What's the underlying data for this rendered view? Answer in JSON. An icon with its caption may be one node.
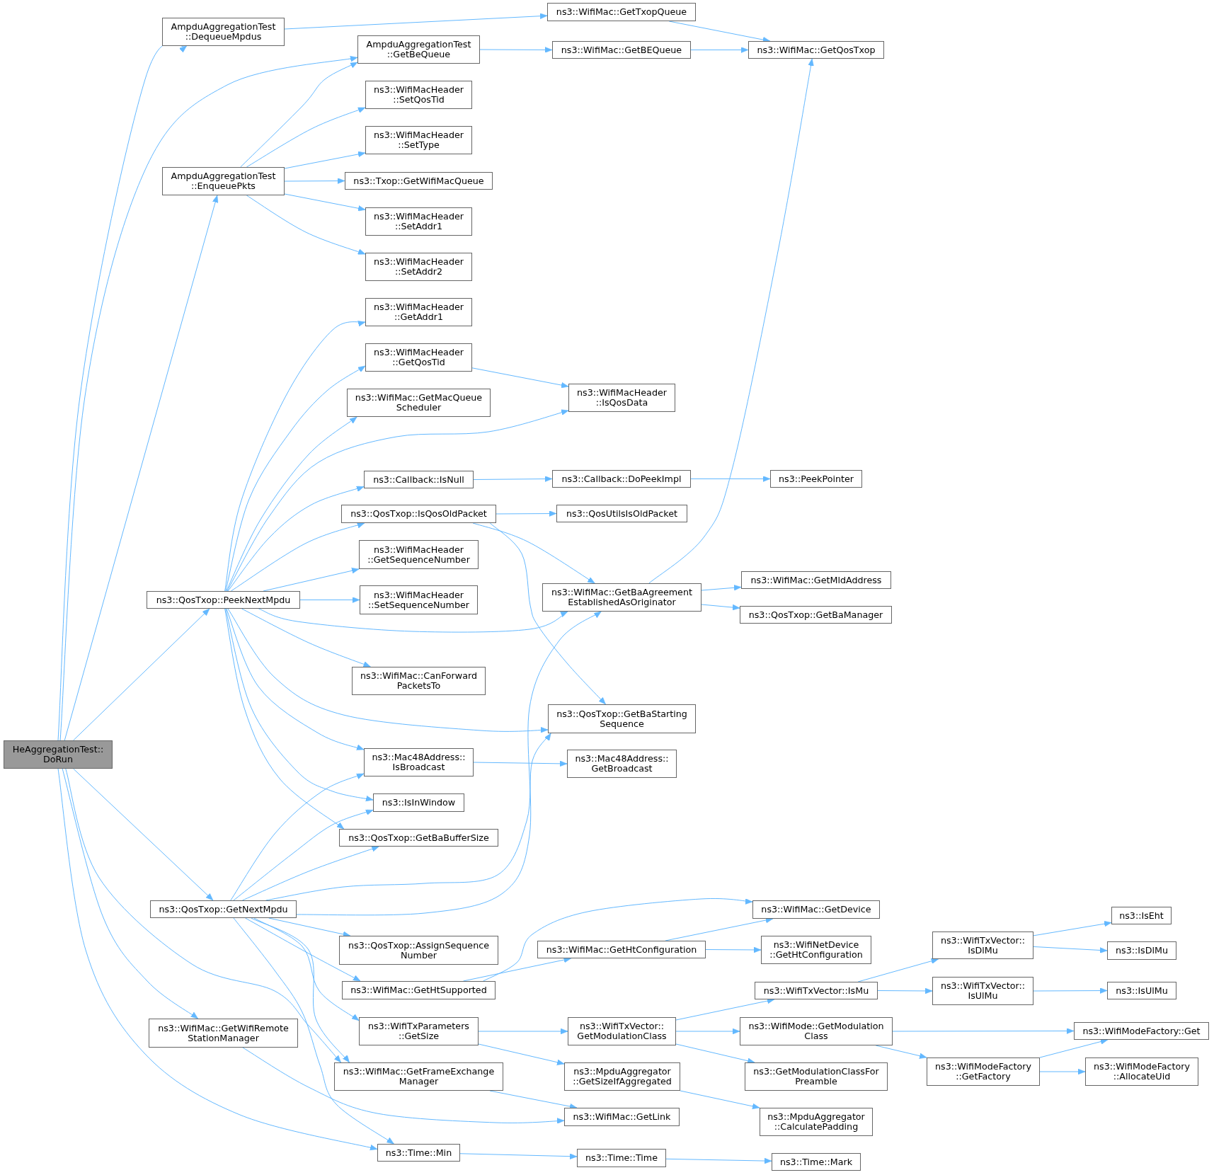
{
  "diagram": {
    "nodes": [
      {
        "text": [
          "HeAggregationTest:: DoRun"
        ]
      },
      {
        "text": [
          "AmpduAggregationTest ::DequeueMpdus"
        ]
      },
      {
        "text": [
          "AmpduAggregationTest ::EnqueuePkts"
        ]
      },
      {
        "text": [
          "ns3::QosTxop::PeekNextMpdu"
        ]
      },
      {
        "text": [
          "ns3::QosTxop::GetNextMpdu"
        ]
      },
      {
        "text": [
          "ns3::WifiMac::GetWifiRemote StationManager"
        ]
      },
      {
        "text": [
          "AmpduAggregationTest ::GetBeQueue"
        ]
      },
      {
        "text": [
          "ns3::WifiMacHeader ::SetQosTid"
        ]
      },
      {
        "text": [
          "ns3::WifiMacHeader ::SetType"
        ]
      },
      {
        "text": [
          "ns3::Txop::GetWifiMacQueue"
        ]
      },
      {
        "text": [
          "ns3::WifiMacHeader ::SetAddr1"
        ]
      },
      {
        "text": [
          "ns3::WifiMacHeader ::SetAddr2"
        ]
      },
      {
        "text": [
          "ns3::WifiMacHeader ::GetAddr1"
        ]
      },
      {
        "text": [
          "ns3::WifiMacHeader ::GetQosTid"
        ]
      },
      {
        "text": [
          "ns3::WifiMac::GetMacQueue Scheduler"
        ]
      },
      {
        "text": [
          "ns3::Callback::IsNull"
        ]
      },
      {
        "text": [
          "ns3::QosTxop::IsQosOldPacket"
        ]
      },
      {
        "text": [
          "ns3::WifiMacHeader ::GetSequenceNumber"
        ]
      },
      {
        "text": [
          "ns3::WifiMacHeader ::SetSequenceNumber"
        ]
      },
      {
        "text": [
          "ns3::WifiMac::CanForward PacketsTo"
        ]
      },
      {
        "text": [
          "ns3::Mac48Address:: IsBroadcast"
        ]
      },
      {
        "text": [
          "ns3::IsInWindow"
        ]
      },
      {
        "text": [
          "ns3::QosTxop::GetBaBufferSize"
        ]
      },
      {
        "text": [
          "ns3::QosTxop::AssignSequence Number"
        ]
      },
      {
        "text": [
          "ns3::WifiMac::GetHtSupported"
        ]
      },
      {
        "text": [
          "ns3::WifiTxParameters ::GetSize"
        ]
      },
      {
        "text": [
          "ns3::WifiMac::GetFrameExchange Manager"
        ]
      },
      {
        "text": [
          "ns3::Time::Min"
        ]
      },
      {
        "text": [
          "ns3::WifiMac::GetTxopQueue"
        ]
      },
      {
        "text": [
          "ns3::WifiMac::GetBEQueue"
        ]
      },
      {
        "text": [
          "ns3::WifiMacHeader ::IsQosData"
        ]
      },
      {
        "text": [
          "ns3::Callback::DoPeekImpl"
        ]
      },
      {
        "text": [
          "ns3::QosUtilsIsOldPacket"
        ]
      },
      {
        "text": [
          "ns3::WifiMac::GetBaAgreement EstablishedAsOriginator"
        ]
      },
      {
        "text": [
          "ns3::QosTxop::GetBaStarting Sequence"
        ]
      },
      {
        "text": [
          "ns3::Mac48Address:: GetBroadcast"
        ]
      },
      {
        "text": [
          "ns3::WifiMac::GetHtConfiguration"
        ]
      },
      {
        "text": [
          "ns3::WifiTxVector:: GetModulationClass"
        ]
      },
      {
        "text": [
          "ns3::MpduAggregator ::GetSizeIfAggregated"
        ]
      },
      {
        "text": [
          "ns3::WifiMac::GetLink"
        ]
      },
      {
        "text": [
          "ns3::Time::Time"
        ]
      },
      {
        "text": [
          "ns3::WifiMac::GetQosTxop"
        ]
      },
      {
        "text": [
          "ns3::PeekPointer"
        ]
      },
      {
        "text": [
          "ns3::WifiMac::GetMldAddress"
        ]
      },
      {
        "text": [
          "ns3::QosTxop::GetBaManager"
        ]
      },
      {
        "text": [
          "ns3::WifiMac::GetDevice"
        ]
      },
      {
        "text": [
          "ns3::WifiNetDevice ::GetHtConfiguration"
        ]
      },
      {
        "text": [
          "ns3::WifiTxVector::IsMu"
        ]
      },
      {
        "text": [
          "ns3::WifiMode::GetModulation Class"
        ]
      },
      {
        "text": [
          "ns3::GetModulationClassFor Preamble"
        ]
      },
      {
        "text": [
          "ns3::MpduAggregator ::CalculatePadding"
        ]
      },
      {
        "text": [
          "ns3::Time::Mark"
        ]
      },
      {
        "text": [
          "ns3::WifiTxVector:: IsDlMu"
        ]
      },
      {
        "text": [
          "ns3::WifiTxVector:: IsUlMu"
        ]
      },
      {
        "text": [
          "ns3::WifiModeFactory ::GetFactory"
        ]
      },
      {
        "text": [
          "ns3::IsEht"
        ]
      },
      {
        "text": [
          "ns3::IsDlMu"
        ]
      },
      {
        "text": [
          "ns3::IsUlMu"
        ]
      },
      {
        "text": [
          "ns3::WifiModeFactory::Get"
        ]
      },
      {
        "text": [
          "ns3::WifiModeFactory ::AllocateUid"
        ]
      }
    ],
    "edges": [
      {
        "from": 0,
        "to": 1,
        "arrow": "to"
      },
      {
        "from": 0,
        "to": 6,
        "arrow": "to"
      },
      {
        "from": 0,
        "to": 2,
        "arrow": "to"
      },
      {
        "from": 0,
        "to": 3,
        "arrow": "to"
      },
      {
        "from": 0,
        "to": 4,
        "arrow": "to"
      },
      {
        "from": 0,
        "to": 26,
        "arrow": "to"
      },
      {
        "from": 0,
        "to": 5,
        "arrow": "to"
      },
      {
        "from": 0,
        "to": 27,
        "arrow": "to"
      },
      {
        "from": 1,
        "to": 28,
        "arrow": "to"
      },
      {
        "from": 6,
        "to": 29,
        "arrow": "to"
      },
      {
        "from": 28,
        "to": 41,
        "arrow": "to"
      },
      {
        "from": 29,
        "to": 41,
        "arrow": "to"
      },
      {
        "from": 2,
        "to": 6,
        "arrow": "to"
      },
      {
        "from": 2,
        "to": 7,
        "arrow": "to"
      },
      {
        "from": 2,
        "to": 8,
        "arrow": "to"
      },
      {
        "from": 2,
        "to": 9,
        "arrow": "to"
      },
      {
        "from": 2,
        "to": 10,
        "arrow": "to"
      },
      {
        "from": 2,
        "to": 11,
        "arrow": "to"
      },
      {
        "from": 3,
        "to": 12,
        "arrow": "to"
      },
      {
        "from": 3,
        "to": 13,
        "arrow": "to"
      },
      {
        "from": 3,
        "to": 14,
        "arrow": "to"
      },
      {
        "from": 3,
        "to": 30,
        "arrow": "to"
      },
      {
        "from": 3,
        "to": 15,
        "arrow": "to"
      },
      {
        "from": 3,
        "to": 16,
        "arrow": "to"
      },
      {
        "from": 3,
        "to": 17,
        "arrow": "to"
      },
      {
        "from": 3,
        "to": 18,
        "arrow": "to"
      },
      {
        "from": 3,
        "to": 33,
        "arrow": "to"
      },
      {
        "from": 3,
        "to": 19,
        "arrow": "to"
      },
      {
        "from": 3,
        "to": 34,
        "arrow": "to"
      },
      {
        "from": 3,
        "to": 20,
        "arrow": "to"
      },
      {
        "from": 3,
        "to": 21,
        "arrow": "to"
      },
      {
        "from": 3,
        "to": 22,
        "arrow": "to"
      },
      {
        "from": 13,
        "to": 30,
        "arrow": "to"
      },
      {
        "from": 15,
        "to": 31,
        "arrow": "to"
      },
      {
        "from": 31,
        "to": 42,
        "arrow": "to"
      },
      {
        "from": 16,
        "to": 32,
        "arrow": "to"
      },
      {
        "from": 16,
        "to": 33,
        "arrow": "to"
      },
      {
        "from": 16,
        "to": 34,
        "arrow": "to"
      },
      {
        "from": 33,
        "to": 41,
        "arrow": "to"
      },
      {
        "from": 33,
        "to": 43,
        "arrow": "to"
      },
      {
        "from": 33,
        "to": 44,
        "arrow": "to"
      },
      {
        "from": 20,
        "to": 35,
        "arrow": "to"
      },
      {
        "from": 4,
        "to": 20,
        "arrow": "to"
      },
      {
        "from": 4,
        "to": 21,
        "arrow": "to"
      },
      {
        "from": 4,
        "to": 22,
        "arrow": "to"
      },
      {
        "from": 4,
        "to": 34,
        "arrow": "to"
      },
      {
        "from": 4,
        "to": 33,
        "arrow": "to"
      },
      {
        "from": 4,
        "to": 23,
        "arrow": "to"
      },
      {
        "from": 4,
        "to": 24,
        "arrow": "to"
      },
      {
        "from": 4,
        "to": 25,
        "arrow": "to"
      },
      {
        "from": 4,
        "to": 26,
        "arrow": "to"
      },
      {
        "from": 4,
        "to": 27,
        "arrow": "to"
      },
      {
        "from": 24,
        "to": 36,
        "arrow": "to"
      },
      {
        "from": 24,
        "to": 45,
        "arrow": "to"
      },
      {
        "from": 36,
        "to": 45,
        "arrow": "to"
      },
      {
        "from": 36,
        "to": 46,
        "arrow": "to"
      },
      {
        "from": 25,
        "to": 37,
        "arrow": "to"
      },
      {
        "from": 25,
        "to": 38,
        "arrow": "to"
      },
      {
        "from": 26,
        "to": 39,
        "arrow": "to"
      },
      {
        "from": 5,
        "to": 39,
        "arrow": "to"
      },
      {
        "from": 27,
        "to": 40,
        "arrow": "to"
      },
      {
        "from": 40,
        "to": 51,
        "arrow": "to"
      },
      {
        "from": 37,
        "to": 47,
        "arrow": "to"
      },
      {
        "from": 37,
        "to": 48,
        "arrow": "to"
      },
      {
        "from": 37,
        "to": 49,
        "arrow": "to"
      },
      {
        "from": 38,
        "to": 50,
        "arrow": "to"
      },
      {
        "from": 47,
        "to": 52,
        "arrow": "to"
      },
      {
        "from": 47,
        "to": 53,
        "arrow": "to"
      },
      {
        "from": 52,
        "to": 55,
        "arrow": "to"
      },
      {
        "from": 52,
        "to": 56,
        "arrow": "to"
      },
      {
        "from": 53,
        "to": 57,
        "arrow": "to"
      },
      {
        "from": 48,
        "to": 58,
        "arrow": "to"
      },
      {
        "from": 48,
        "to": 54,
        "arrow": "to"
      },
      {
        "from": 54,
        "to": 58,
        "arrow": "to"
      },
      {
        "from": 54,
        "to": 59,
        "arrow": "to"
      }
    ]
  }
}
